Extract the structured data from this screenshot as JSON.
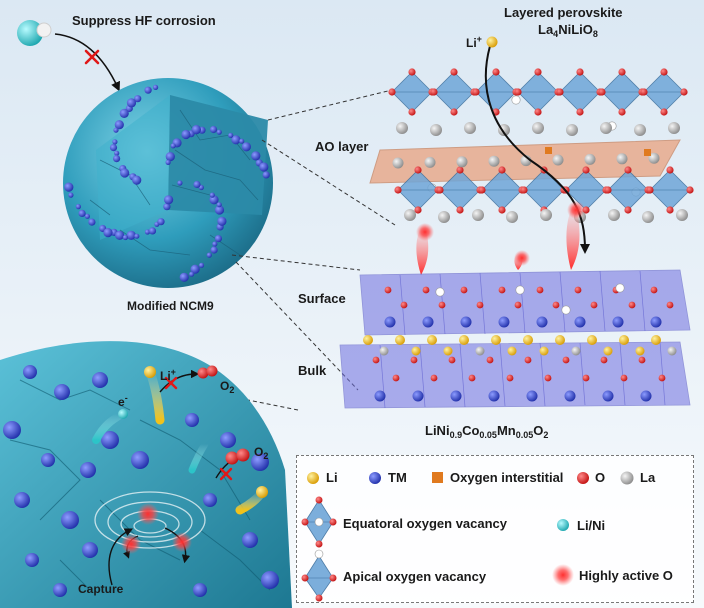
{
  "labels": {
    "suppress_hf": "Suppress HF corrosion",
    "layered_perovskite_line1": "Layered perovskite",
    "perovskite_formula": {
      "el1": "La",
      "n1": "4",
      "el2": "NiLiO",
      "n2": "8"
    },
    "li_ion": {
      "el": "Li",
      "charge": "+"
    },
    "ao_layer": "AO layer",
    "modified_ncm9": "Modified NCM9",
    "surface": "Surface",
    "bulk": "Bulk",
    "ncm_formula": {
      "a": "LiNi",
      "b": "0.9",
      "c": "Co",
      "d": "0.05",
      "e": "Mn",
      "f": "0.05",
      "g": "O",
      "h": "2"
    },
    "electron": {
      "el": "e",
      "charge": "-"
    },
    "li_ion_bottom": {
      "el": "Li",
      "charge": "+"
    },
    "o2_top": {
      "el": "O",
      "n": "2"
    },
    "o2_bottom": {
      "el": "O",
      "n": "2"
    },
    "capture": "Capture"
  },
  "legend": {
    "li": "Li",
    "tm": "TM",
    "oxygen_interstitial": "Oxygen interstitial",
    "o": "O",
    "la": "La",
    "equatorial_vacancy": "Equatoral oxygen vacancy",
    "li_ni": "Li/Ni",
    "apical_vacancy": "Apical oxygen vacancy",
    "highly_active_o": "Highly active O"
  },
  "colors": {
    "li": "#f2c21b",
    "tm": "#3d4fd6",
    "oxygen_interstitial": "#e07a1f",
    "o": "#d92020",
    "la": "#a9a9a9",
    "li_ni": "#2cc4c8",
    "octahedron": "#6fa6d8",
    "ncm_layer": "#6f6fe0",
    "particle": "#3aa6c4",
    "ao_plane": "#e9a27e"
  }
}
